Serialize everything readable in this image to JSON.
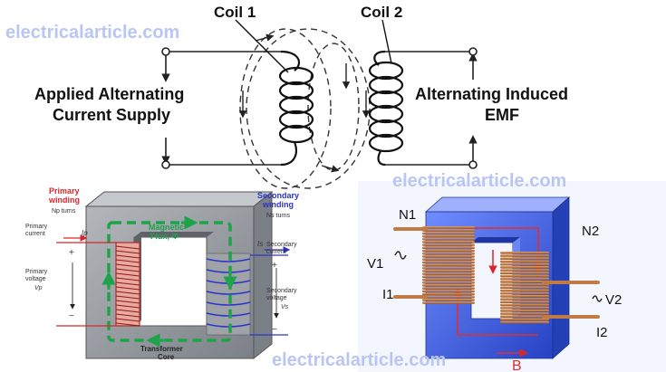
{
  "watermark": "electricalarticle.com",
  "top": {
    "coil1": "Coil 1",
    "coil2": "Coil 2",
    "left_l1": "Applied Alternating",
    "left_l2": "Current Supply",
    "right_l1": "Alternating Induced",
    "right_l2": "EMF"
  },
  "bl": {
    "primary_winding_l1": "Primary",
    "primary_winding_l2": "winding",
    "primary_turns": "Np turns",
    "primary_current_l1": "Primary",
    "primary_current_l2": "current",
    "ip": "Ip",
    "primary_voltage_l1": "Primary",
    "primary_voltage_l2": "voltage",
    "vp": "Vp",
    "plus": "+",
    "minus": "−",
    "flux_l1": "Magnetic",
    "flux_l2": "Flux, Φ",
    "secondary_winding_l1": "Secondary",
    "secondary_winding_l2": "winding",
    "secondary_turns": "Ns turns",
    "secondary_current_l1": "Secondary",
    "secondary_current_l2": "current",
    "is": "Is",
    "secondary_voltage_l1": "Secondary",
    "secondary_voltage_l2": "voltage",
    "vs": "Vs",
    "core_l1": "Transformer",
    "core_l2": "Core"
  },
  "br": {
    "n1": "N1",
    "n2": "N2",
    "v1": "V1",
    "i1": "I1",
    "v2": "V2",
    "i2": "I2",
    "b": "B"
  },
  "colors": {
    "watermark": "#b9c6f4",
    "primary_red": "#d9262b",
    "secondary_blue": "#2b34c8",
    "flux_green": "#1ea24a",
    "core_grey": "#8d9298",
    "core_blue": "#3a5de0",
    "copper": "#c8874f"
  }
}
